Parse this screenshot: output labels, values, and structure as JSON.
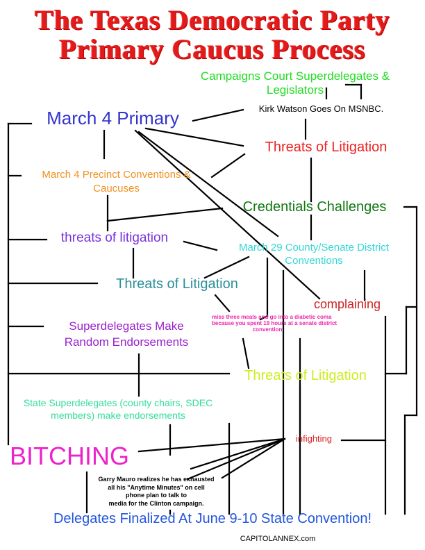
{
  "title": {
    "line1": "The Texas Democratic Party",
    "line2": "Primary Caucus Process"
  },
  "nodes": {
    "campaigns_court": {
      "line1": "Campaigns Court Superdelegates &",
      "line2": "Legislators",
      "color": "#22dd22"
    },
    "march4_primary": {
      "text": "March 4 Primary",
      "color": "#3333cc"
    },
    "kirk_watson": {
      "text": "Kirk Watson Goes On MSNBC.",
      "color": "#000000"
    },
    "threats1": {
      "text": "Threats of Litigation",
      "color": "#ee2222"
    },
    "precinct": {
      "line1": "March 4 Precinct Conventions &",
      "line2": "Caucuses",
      "color": "#f0901e"
    },
    "credentials": {
      "text": "Credentials Challenges",
      "color": "#117711"
    },
    "threats2": {
      "text": "threats of litigation",
      "color": "#7a33dd"
    },
    "march29": {
      "line1": "March 29 County/Senate District",
      "line2": "Conventions",
      "color": "#33d6d6"
    },
    "threats3": {
      "text": "Threats of Litigation",
      "color": "#2a8f9a"
    },
    "complaining": {
      "text": "complaining",
      "color": "#cc2222"
    },
    "diabetic": {
      "line1": "miss three meals and go into a diabetic coma",
      "line2": "because you spent 19 hours at a senate district",
      "line3": "convention",
      "color": "#ee22aa"
    },
    "superdelegates": {
      "line1": "Superdelegates Make",
      "line2": "Random Endorsements",
      "color": "#9922cc"
    },
    "threats4": {
      "text": "Threats of Litigation",
      "color": "#ccee22"
    },
    "state_super": {
      "line1": "State Superdelegates (county chairs, SDEC",
      "line2": "members) make endorsements",
      "color": "#33dd99"
    },
    "infighting": {
      "text": "infighting",
      "color": "#dd2222"
    },
    "bitching": {
      "text": "BITCHING",
      "color": "#ee22cc"
    },
    "garry": {
      "line1": "Garry Mauro realizes he has exhausted",
      "line2": "all his \"Anytime Minutes\" on cell",
      "line3": "phone plan to talk to",
      "line4": "media for the Clinton campaign.",
      "color": "#000000"
    },
    "finalized": {
      "text": "Delegates Finalized At June 9-10 State Convention!",
      "color": "#2255dd"
    }
  },
  "footer": {
    "credit": "CAPITOLANNEX.com"
  }
}
